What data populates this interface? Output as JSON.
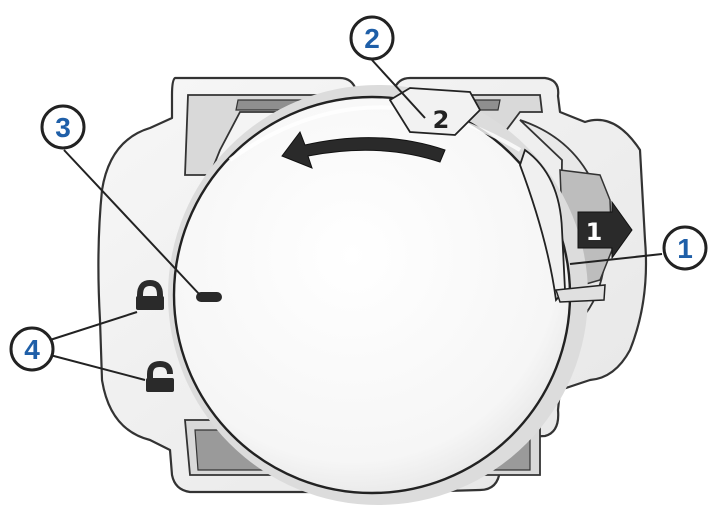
{
  "marks": {
    "arrow_step_1": "1",
    "arrow_step_2": "2"
  },
  "callouts": [
    {
      "id": "callout-1",
      "label": "1"
    },
    {
      "id": "callout-2",
      "label": "2"
    },
    {
      "id": "callout-3",
      "label": "3"
    },
    {
      "id": "callout-4",
      "label": "4"
    }
  ],
  "colors": {
    "outline": "#222222",
    "callout_fill": "#ffffff",
    "callout_text": "#1f5fa8",
    "callout_ring": "#222222",
    "body_light": "#f4f4f4",
    "body_shadow": "#c9c9c9",
    "arrow": "#2a2a2a"
  },
  "icons": [
    "lock-closed-icon",
    "lock-open-icon",
    "rotate-counterclockwise-arrow-icon",
    "arrow-right-icon"
  ]
}
